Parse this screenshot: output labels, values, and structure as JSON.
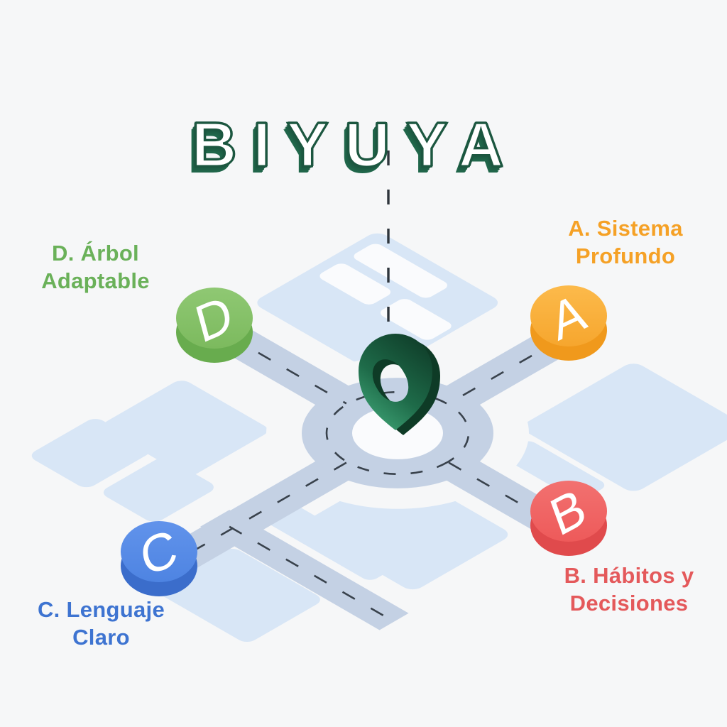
{
  "title": {
    "text": "BIYUYA"
  },
  "nodes": [
    {
      "id": "A",
      "letter": "A",
      "position": "top-right",
      "lines": [
        "A. Sistema",
        "Profundo"
      ],
      "label_color": "#F5A126",
      "disk_top": "#FCB94B",
      "disk_bottom": "#F6A62E",
      "disk_side": "#F0991C"
    },
    {
      "id": "B",
      "letter": "B",
      "position": "bottom-right",
      "lines": [
        "B. Hábitos y",
        "Decisiones"
      ],
      "label_color": "#E4595B",
      "disk_top": "#F27170",
      "disk_bottom": "#EE5A5A",
      "disk_side": "#E04A4C"
    },
    {
      "id": "C",
      "letter": "C",
      "position": "bottom-left",
      "lines": [
        "C. Lenguaje",
        "Claro"
      ],
      "label_color": "#3E74D1",
      "disk_top": "#6193EB",
      "disk_bottom": "#4E84E2",
      "disk_side": "#3B6DCB"
    },
    {
      "id": "D",
      "letter": "D",
      "position": "top-left",
      "lines": [
        "D. Árbol",
        "Adaptable"
      ],
      "label_color": "#6AB159",
      "disk_top": "#8FC873",
      "disk_bottom": "#7CBA5E",
      "disk_side": "#68AC4E"
    }
  ],
  "map": {
    "center_marker": "location-pin",
    "marker_color_dark": "#0E3B26",
    "marker_color_light": "#3DA275",
    "road_color": "#C4D1E4",
    "block_color": "#D8E6F6",
    "inner_block_color": "#FAFBFD",
    "dash_color": "#39424C",
    "background_color": "#F6F7F8",
    "roundabout": "yes",
    "connector_line": "dashed"
  }
}
